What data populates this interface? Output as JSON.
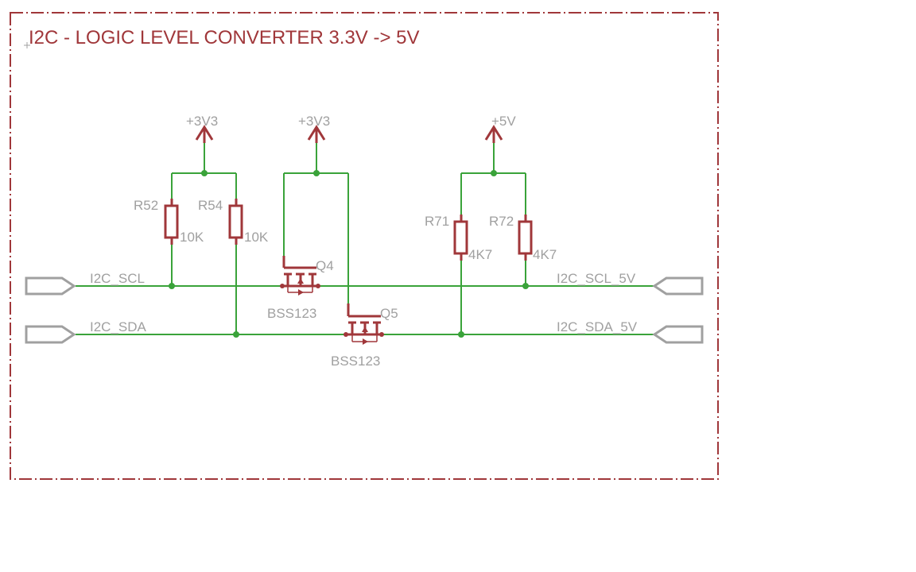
{
  "title": "I2C - LOGIC LEVEL CONVERTER 3.3V -> 5V",
  "supplies": {
    "s1": "+3V3",
    "s2": "+3V3",
    "s3": "+5V"
  },
  "resistors": {
    "r52": {
      "name": "R52",
      "value": "10K"
    },
    "r54": {
      "name": "R54",
      "value": "10K"
    },
    "r71": {
      "name": "R71",
      "value": "4K7"
    },
    "r72": {
      "name": "R72",
      "value": "4K7"
    }
  },
  "transistors": {
    "q4": {
      "name": "Q4",
      "value": "BSS123"
    },
    "q5": {
      "name": "Q5",
      "value": "BSS123"
    }
  },
  "nets": {
    "scl_3v3": "I2C_SCL",
    "sda_3v3": "I2C_SDA",
    "scl_5v": "I2C_SCL_5V",
    "sda_5v": "I2C_SDA_5V"
  },
  "colors": {
    "frame": "#a0373a",
    "wire": "#3aa33a",
    "label": "#a0a0a0",
    "part": "#a0373a"
  }
}
